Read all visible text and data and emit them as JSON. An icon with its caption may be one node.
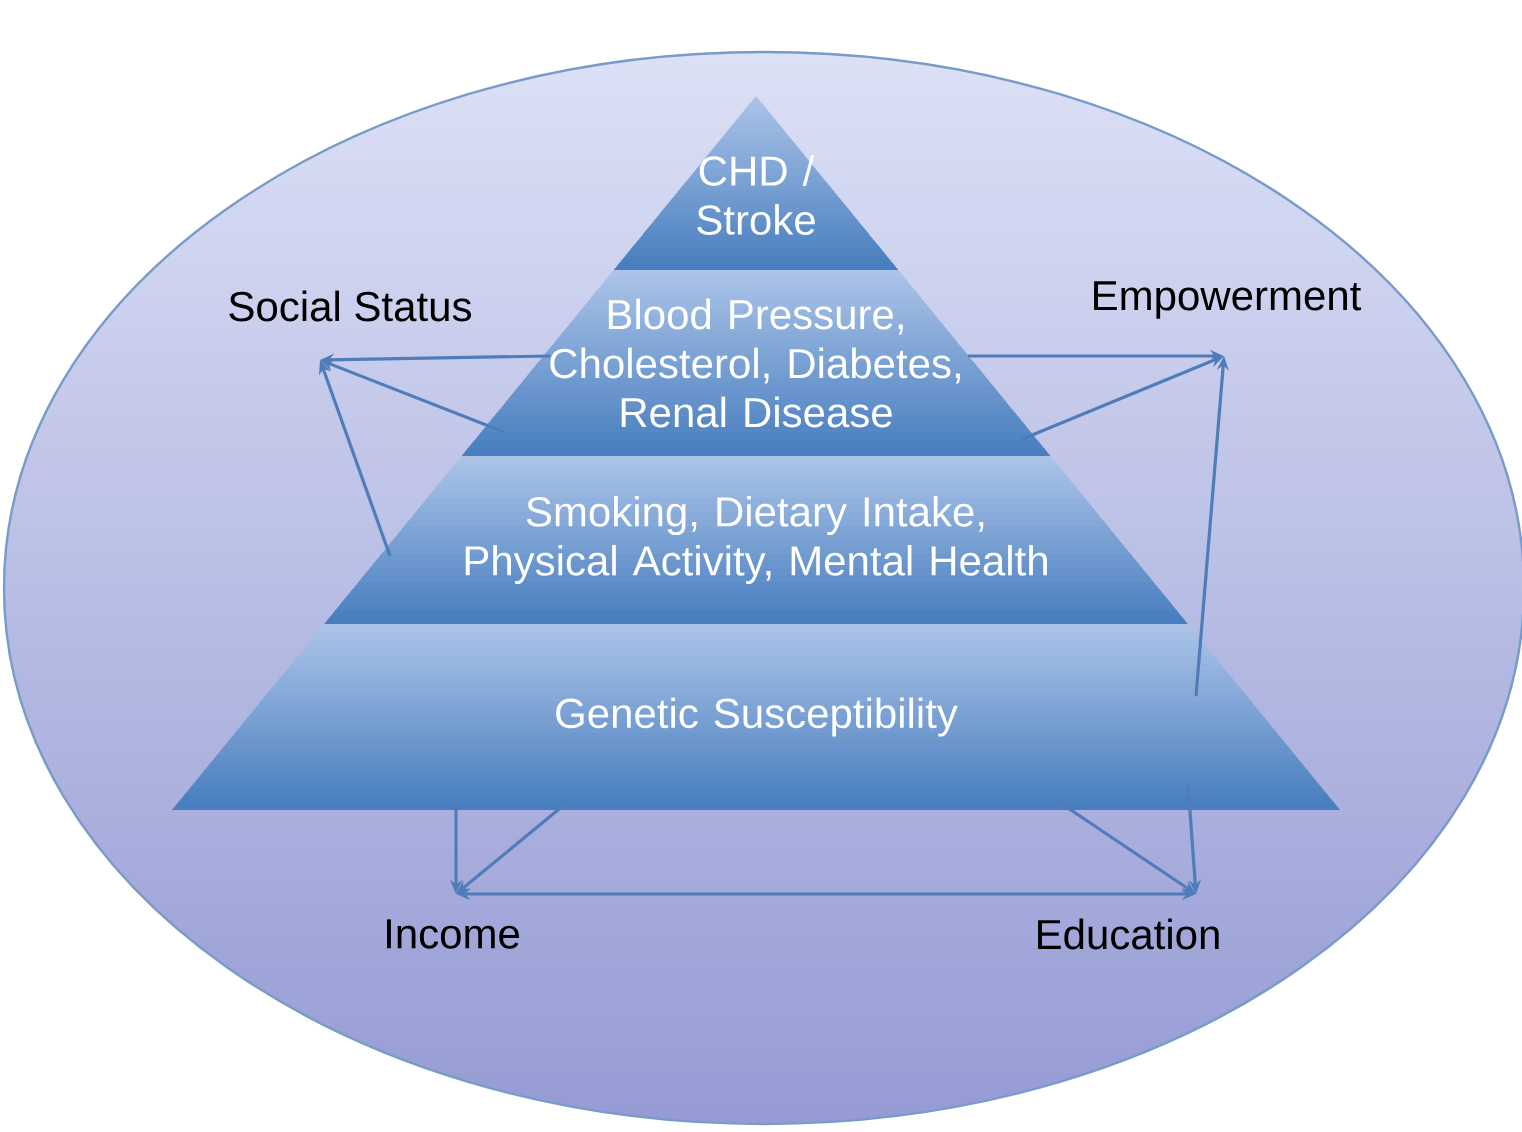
{
  "diagram": {
    "nodes": [
      {
        "text": [
          "CHD / Stroke"
        ]
      },
      {
        "text": [
          "Blood Pressure, Cholesterol, Diabetes, Renal Disease"
        ]
      },
      {
        "text": [
          "Smoking, Dietary Intake, Physical Activity, Mental Health"
        ]
      },
      {
        "text": [
          "Genetic Susceptibility"
        ]
      },
      {
        "text": [
          "Social Status"
        ]
      },
      {
        "text": [
          "Empowerment"
        ]
      },
      {
        "text": [
          "Income"
        ]
      },
      {
        "text": [
          "Education"
        ]
      }
    ],
    "edges": [
      {
        "from": 1,
        "to": 4,
        "arrow": "to"
      },
      {
        "from": 1,
        "to": 4,
        "arrow": "to"
      },
      {
        "from": 2,
        "to": 4,
        "arrow": "to"
      },
      {
        "from": 1,
        "to": 5,
        "arrow": "to"
      },
      {
        "from": 1,
        "to": 5,
        "arrow": "to"
      },
      {
        "from": 3,
        "to": 5,
        "arrow": "to"
      },
      {
        "from": 3,
        "to": 6,
        "arrow": "to"
      },
      {
        "from": 3,
        "to": 6,
        "arrow": "to"
      },
      {
        "from": 3,
        "to": 7,
        "arrow": "to"
      },
      {
        "from": 3,
        "to": 7,
        "arrow": "to"
      },
      {
        "from": 6,
        "to": 7,
        "arrow": "both"
      }
    ]
  }
}
